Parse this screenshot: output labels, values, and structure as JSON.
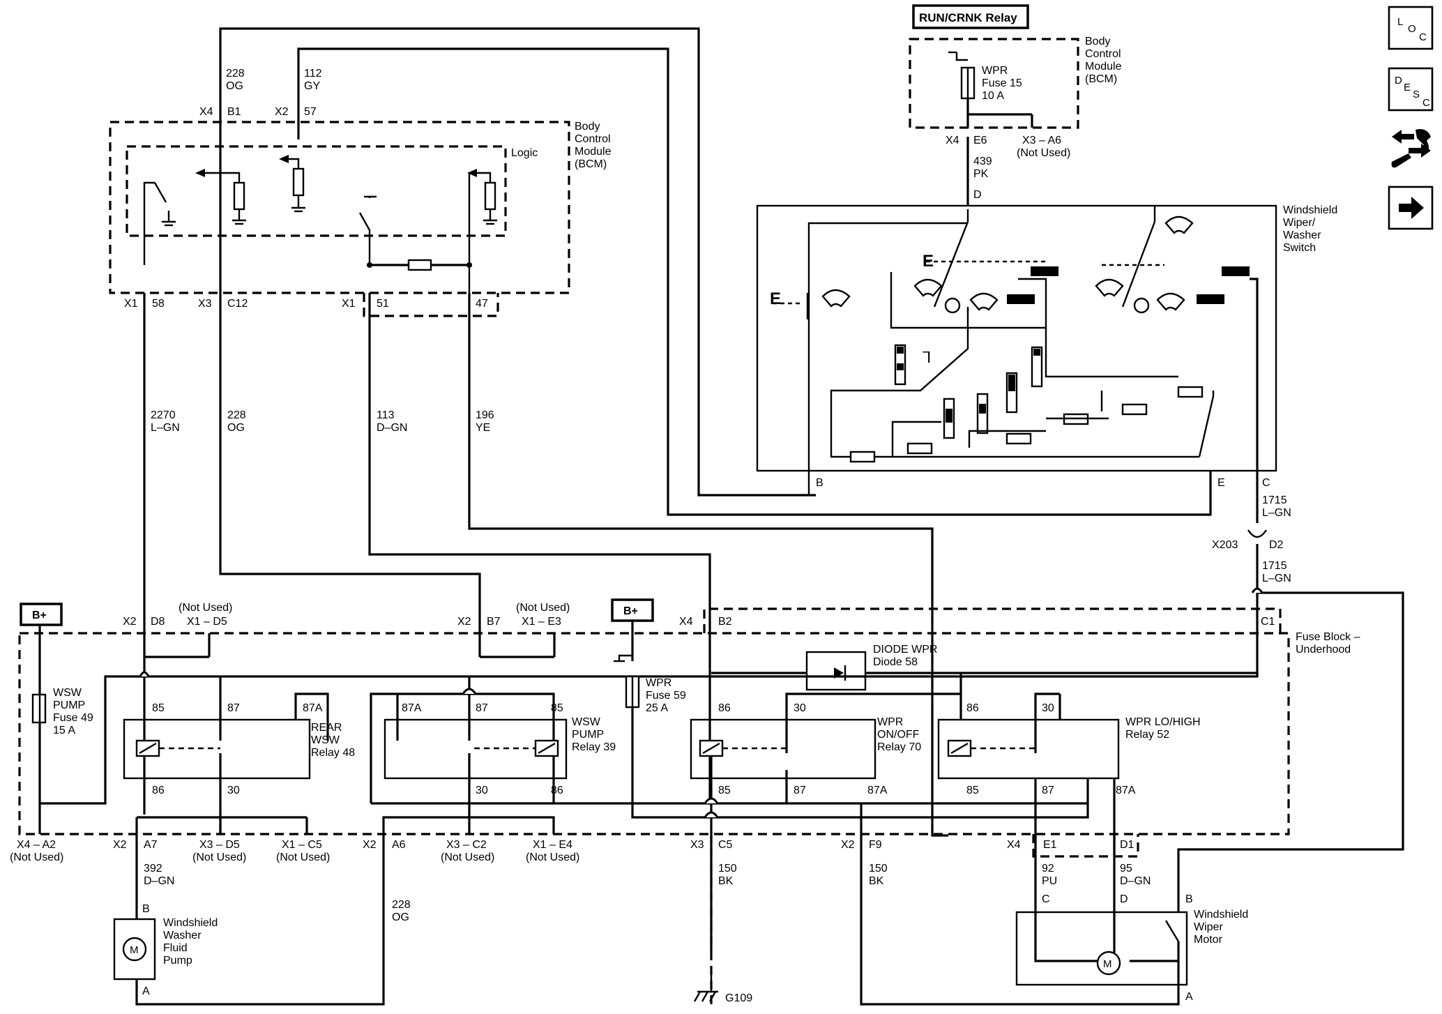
{
  "labels": {
    "run_relay": "RUN/CRNK Relay",
    "bcm_top_1": "Body",
    "bcm_top_2": "Control",
    "bcm_top_3": "Module",
    "bcm_top_4": "(BCM)",
    "fuse15_1": "WPR",
    "fuse15_2": "Fuse 15",
    "fuse15_3": "10 A",
    "x4": "X4",
    "e6": "E6",
    "x3_a6": "X3 – A6",
    "not_used": "(Not Used)",
    "w439": "439",
    "pk": "PK",
    "d": "D",
    "switch_1": "Windshield",
    "switch_2": "Wiper/",
    "switch_3": "Washer",
    "switch_4": "Switch",
    "b": "B",
    "e": "E",
    "c": "C",
    "a": "A",
    "w228": "228",
    "og": "OG",
    "w112": "112",
    "gy": "GY",
    "b1": "B1",
    "x2": "X2",
    "p57": "57",
    "bcm_1": "Body",
    "bcm_2": "Control",
    "bcm_3": "Module",
    "bcm_4": "(BCM)",
    "logic": "Logic",
    "x1": "X1",
    "p58": "58",
    "x3": "X3",
    "c12": "C12",
    "p51": "51",
    "p47": "47",
    "w2270": "2270",
    "lgn": "L–GN",
    "w113": "113",
    "dgn": "D–GN",
    "w196": "196",
    "ye": "YE",
    "w1715": "1715",
    "x203": "X203",
    "d2": "D2",
    "bplus": "B+",
    "d8": "D8",
    "x1_d5": "X1 – D5",
    "b7": "B7",
    "x1_e3": "X1 – E3",
    "b2": "B2",
    "c1": "C1",
    "fuseblock_1": "Fuse Block –",
    "fuseblock_2": "Underhood",
    "diode_1": "DIODE WPR",
    "diode_2": "Diode 58",
    "wsw49_1": "WSW",
    "wsw49_2": "PUMP",
    "wsw49_3": "Fuse 49",
    "wsw49_4": "15 A",
    "fuse59_1": "WPR",
    "fuse59_2": "Fuse 59",
    "fuse59_3": "25 A",
    "p85": "85",
    "p87": "87",
    "p87a": "87A",
    "p86": "86",
    "p30": "30",
    "rear_1": "REAR",
    "rear_2": "WSW",
    "rear_3": "Relay 48",
    "pump39_1": "WSW",
    "pump39_2": "PUMP",
    "pump39_3": "Relay 39",
    "onoff_1": "WPR",
    "onoff_2": "ON/OFF",
    "onoff_3": "Relay 70",
    "lohi_1": "WPR LO/HIGH",
    "lohi_2": "Relay 52",
    "x4_a2": "X4 – A2",
    "a7": "A7",
    "x3_d5": "X3 – D5",
    "x1_c5": "X1 – C5",
    "a6": "A6",
    "x3_c2": "X3 – C2",
    "x1_e4": "X1 – E4",
    "c5": "C5",
    "f9": "F9",
    "e1": "E1",
    "d1": "D1",
    "w392": "392",
    "w150": "150",
    "bk": "BK",
    "w92": "92",
    "pu": "PU",
    "w95": "95",
    "pump_1": "Windshield",
    "pump_2": "Washer",
    "pump_3": "Fluid",
    "pump_4": "Pump",
    "motor_1": "Windshield",
    "motor_2": "Wiper",
    "motor_3": "Motor",
    "m": "M",
    "g109": "G109"
  },
  "nav": {
    "loc": {
      "l": "L",
      "o": "O",
      "c": "C"
    },
    "desc": {
      "d": "D",
      "e": "E",
      "s": "S",
      "c": "C"
    }
  }
}
